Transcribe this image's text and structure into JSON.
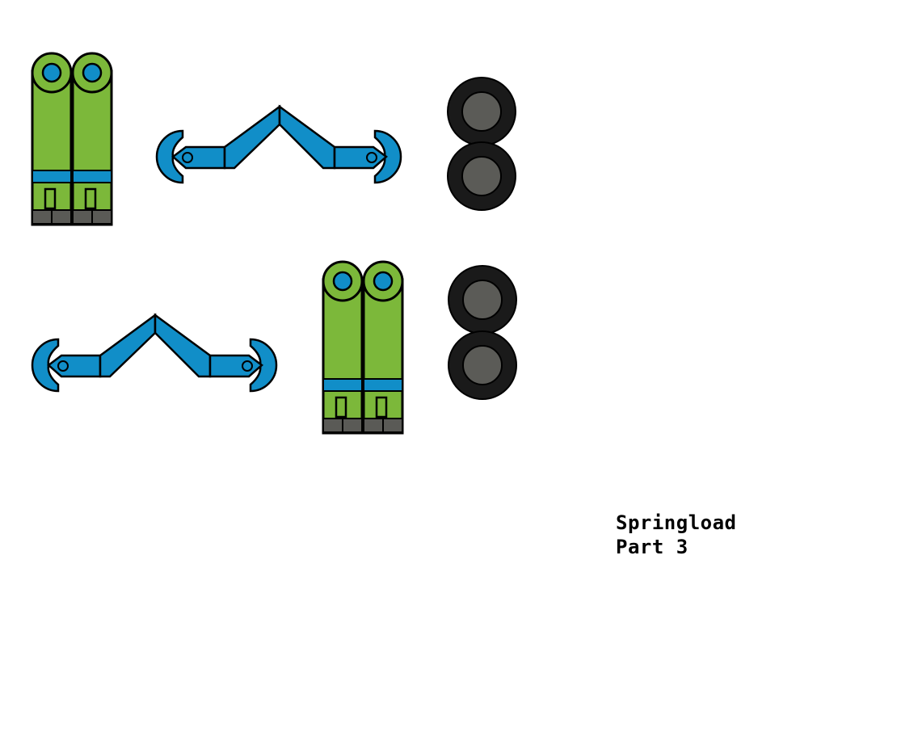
{
  "caption": {
    "line1": "Springload",
    "line2": "Part 3"
  },
  "colors": {
    "green": "#7cb83a",
    "blue": "#118ec8",
    "gray_block": "#5a5a56",
    "wheel_tire": "#1a1a1a",
    "wheel_hub": "#5b5b57",
    "outline": "#000000",
    "background": "#ffffff"
  },
  "parts": [
    {
      "kind": "leg-pair"
    },
    {
      "kind": "arm-bar"
    },
    {
      "kind": "wheel-pair"
    },
    {
      "kind": "arm-bar"
    },
    {
      "kind": "leg-pair"
    },
    {
      "kind": "wheel-pair"
    }
  ]
}
